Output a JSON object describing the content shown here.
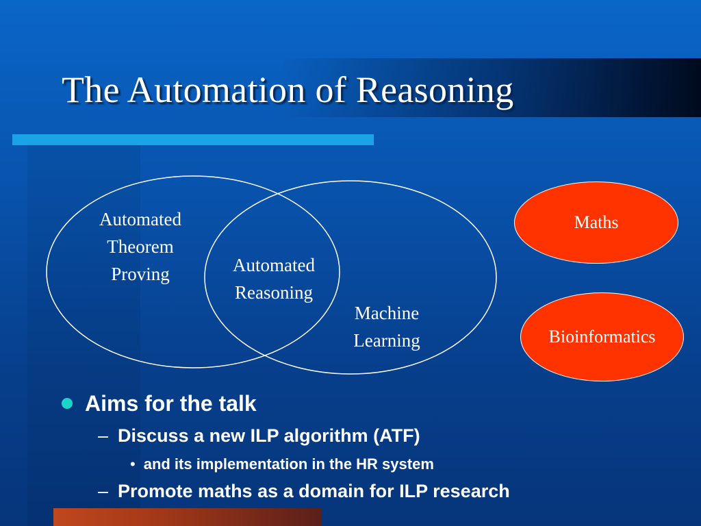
{
  "slide": {
    "title": "The Automation of Reasoning"
  },
  "venn": {
    "left_label": [
      "Automated",
      "Theorem",
      "Proving"
    ],
    "overlap_label": [
      "Automated",
      "Reasoning"
    ],
    "right_label": [
      "Machine",
      "Learning"
    ]
  },
  "domains": {
    "maths": "Maths",
    "bioinformatics": "Bioinformatics",
    "fill_color": "#ff3300"
  },
  "bullets": {
    "level1": "Aims for the talk",
    "level2_a": "Discuss a new ILP algorithm (ATF)",
    "level3_a": "and its implementation in the HR system",
    "level2_b": "Promote maths as a domain for ILP research",
    "dash_glyph": "–",
    "sub_bullet_glyph": "•"
  },
  "colors": {
    "background": "#0853ad",
    "title_underline": "#1aa3e6",
    "bullet_dot": "#19d6c9",
    "bottom_bar": "#c0471d"
  }
}
